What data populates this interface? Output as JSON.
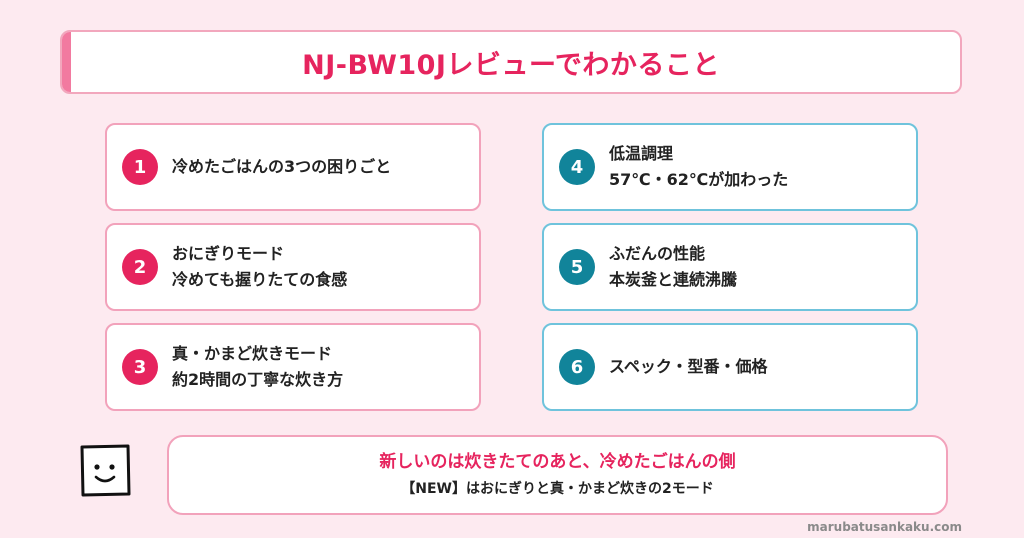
{
  "title": "NJ-BW10Jレビューでわかること",
  "items": [
    {
      "num": "1",
      "line1": "冷めたごはんの3つの困りごと",
      "line2": ""
    },
    {
      "num": "2",
      "line1": "おにぎりモード",
      "line2": "冷めても握りたての食感"
    },
    {
      "num": "3",
      "line1": "真・かまど炊きモード",
      "line2": "約2時間の丁寧な炊き方"
    },
    {
      "num": "4",
      "line1": "低温調理",
      "line2": "57℃・62℃が加わった"
    },
    {
      "num": "5",
      "line1": "ふだんの性能",
      "line2": "本炭釜と連続沸騰"
    },
    {
      "num": "6",
      "line1": "スペック・型番・価格",
      "line2": ""
    }
  ],
  "bubble": {
    "main": "新しいのは炊きたてのあと、冷めたごはんの側",
    "sub": "【NEW】はおにぎりと真・かまど炊きの2モード"
  },
  "footer": "marubatusankaku.com",
  "colors": {
    "accent": "#e6245e",
    "teal": "#11849a",
    "background": "#fdeaf0"
  }
}
